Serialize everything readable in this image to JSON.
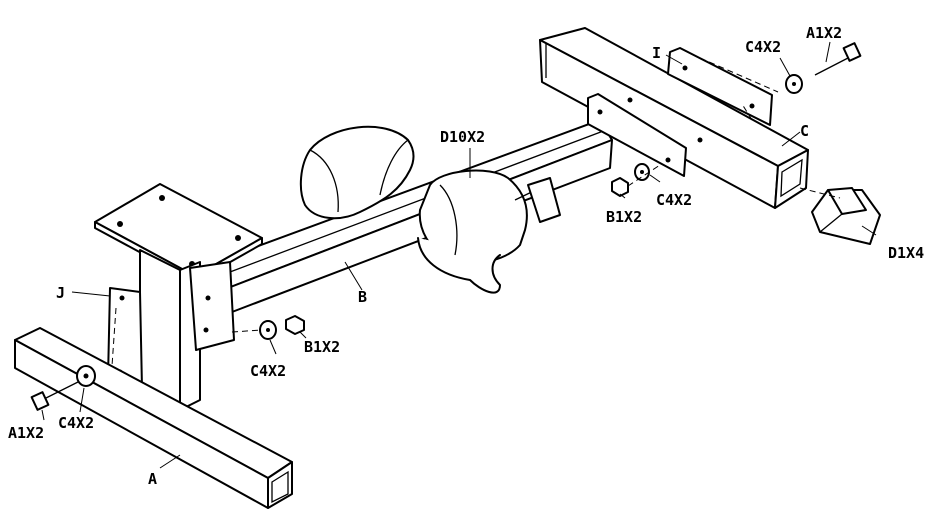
{
  "labels": {
    "A": "A",
    "B": "B",
    "C": "C",
    "I": "I",
    "J": "J",
    "D10X2": "D10X2",
    "D1X4": "D1X4",
    "A1X2_top": "A1X2",
    "C4X2_top": "C4X2",
    "C4X2_right": "C4X2",
    "B1X2_right": "B1X2",
    "B1X2_mid": "B1X2",
    "C4X2_mid": "C4X2",
    "A1X2_left": "A1X2",
    "C4X2_left": "C4X2"
  }
}
